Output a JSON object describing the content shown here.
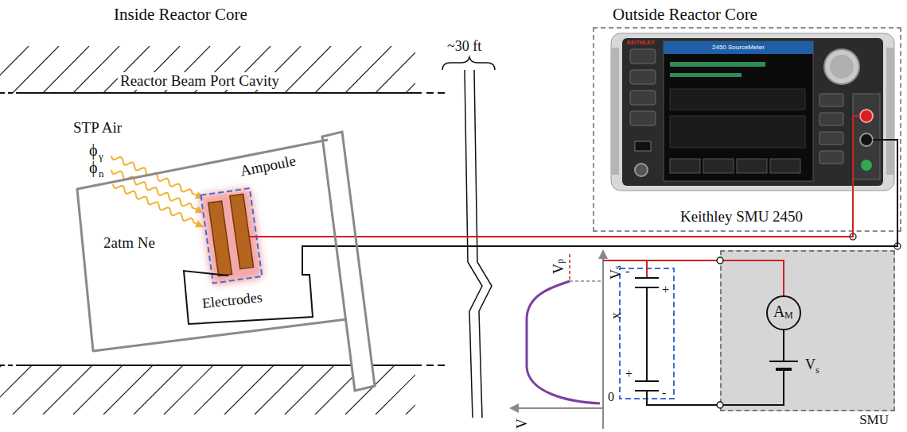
{
  "diagram": {
    "nodes": [
      {
        "text": [
          "Ampoule",
          "2atm Ne"
        ]
      },
      {
        "text": [
          "Electrodes"
        ],
        "in": 0
      },
      {
        "text": [
          "Keithley SMU 2450"
        ]
      },
      {
        "text": [
          "SMU"
        ]
      },
      {
        "text": [
          "A",
          "M"
        ],
        "in": 3
      }
    ],
    "edges": [
      {
        "from": 1,
        "to": 2,
        "arrow": "none"
      },
      {
        "from": 1,
        "to": 2,
        "arrow": "none"
      }
    ],
    "labels": [
      "Inside Reactor Core",
      "Outside Reactor Core",
      "Reactor Beam Port Cavity",
      "~30 ft",
      "STP Air",
      "ϕ",
      "γ",
      "ϕ",
      "n",
      "KEITHLEY",
      "2450 SourceMeter",
      "V",
      "p",
      "V",
      "s",
      "x",
      "V",
      "0",
      "-",
      "+",
      "+",
      "-",
      "V",
      "s"
    ]
  }
}
